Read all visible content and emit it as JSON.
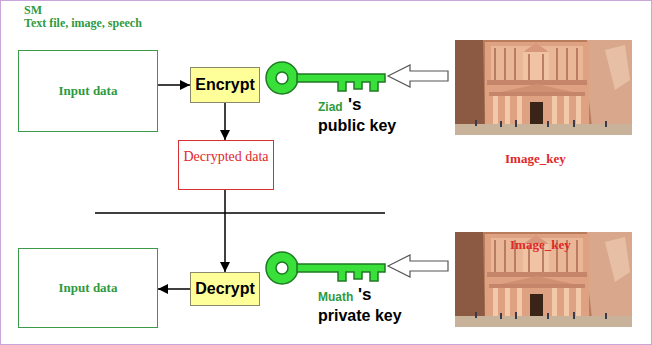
{
  "diagram": {
    "nodes": [
      {
        "text": [
          "Input data"
        ]
      },
      {
        "text": [
          "Encrypt"
        ]
      },
      {
        "text": [
          "Decrypted data"
        ]
      },
      {
        "text": [
          "Input data"
        ]
      },
      {
        "text": [
          "Decrypt"
        ]
      }
    ],
    "edges": [
      {
        "from": 0,
        "to": 1,
        "arrow": "to"
      },
      {
        "from": 1,
        "to": 2,
        "arrow": "to"
      },
      {
        "from": 2,
        "to": 4,
        "arrow": "to"
      },
      {
        "from": 4,
        "to": 3,
        "arrow": "to"
      }
    ],
    "labels": [
      "SM",
      "Text file, image, speech",
      "Ziad",
      "'s",
      "public key",
      "Image_key",
      "Image_key",
      "Muath",
      "'s",
      "private key"
    ]
  }
}
